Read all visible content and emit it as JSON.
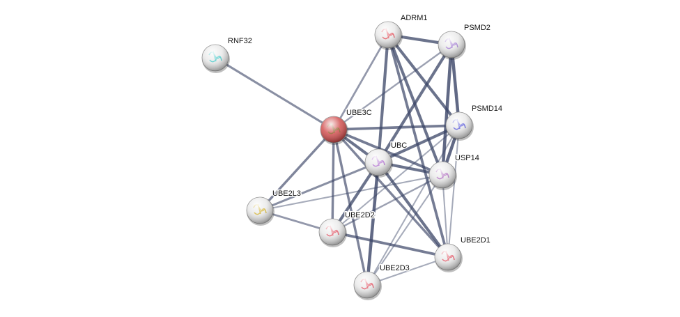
{
  "network": {
    "nodes": [
      {
        "id": "RNF32",
        "label": "RNF32",
        "color": "#e8e8e8",
        "glyph": "#46c7c7"
      },
      {
        "id": "ADRM1",
        "label": "ADRM1",
        "color": "#e8e8e8",
        "glyph": "#e0505a"
      },
      {
        "id": "PSMD2",
        "label": "PSMD2",
        "color": "#e8e8e8",
        "glyph": "#a07ad0"
      },
      {
        "id": "UBE3C",
        "label": "UBE3C",
        "color": "#d04848",
        "glyph": "#8a5a20",
        "query": true
      },
      {
        "id": "PSMD14",
        "label": "PSMD14",
        "color": "#e8e8e8",
        "glyph": "#5a5ad8"
      },
      {
        "id": "UBC",
        "label": "UBC",
        "color": "#e8e8e8",
        "glyph": "#b070d0"
      },
      {
        "id": "USP14",
        "label": "USP14",
        "color": "#e8e8e8",
        "glyph": "#b070c0"
      },
      {
        "id": "UBE2L3",
        "label": "UBE2L3",
        "color": "#e8e8e8",
        "glyph": "#d0b030"
      },
      {
        "id": "UBE2D2",
        "label": "UBE2D2",
        "color": "#e8e8e8",
        "glyph": "#e05060"
      },
      {
        "id": "UBE2D1",
        "label": "UBE2D1",
        "color": "#e8e8e8",
        "glyph": "#e05060"
      },
      {
        "id": "UBE2D3",
        "label": "UBE2D3",
        "color": "#e8e8e8",
        "glyph": "#e05060"
      }
    ],
    "edges": [
      [
        "RNF32",
        "UBE3C",
        0.6
      ],
      [
        "UBE3C",
        "ADRM1",
        0.5
      ],
      [
        "UBE3C",
        "PSMD2",
        0.4
      ],
      [
        "UBE3C",
        "PSMD14",
        0.8
      ],
      [
        "UBE3C",
        "UBC",
        0.9
      ],
      [
        "UBE3C",
        "USP14",
        0.8
      ],
      [
        "UBE3C",
        "UBE2L3",
        0.7
      ],
      [
        "UBE3C",
        "UBE2D2",
        0.7
      ],
      [
        "UBE3C",
        "UBE2D3",
        0.7
      ],
      [
        "UBE3C",
        "UBE2D1",
        0.7
      ],
      [
        "ADRM1",
        "PSMD2",
        0.9
      ],
      [
        "ADRM1",
        "PSMD14",
        0.9
      ],
      [
        "ADRM1",
        "UBC",
        0.9
      ],
      [
        "ADRM1",
        "USP14",
        0.9
      ],
      [
        "PSMD2",
        "PSMD14",
        1.0
      ],
      [
        "PSMD2",
        "UBC",
        0.9
      ],
      [
        "PSMD2",
        "USP14",
        1.0
      ],
      [
        "PSMD14",
        "UBC",
        0.9
      ],
      [
        "PSMD14",
        "USP14",
        1.0
      ],
      [
        "PSMD14",
        "UBE2D3",
        0.3
      ],
      [
        "PSMD14",
        "UBE2D1",
        0.3
      ],
      [
        "PSMD14",
        "UBE2D2",
        0.3
      ],
      [
        "UBC",
        "USP14",
        0.9
      ],
      [
        "UBC",
        "UBE2L3",
        0.6
      ],
      [
        "UBC",
        "UBE2D2",
        0.9
      ],
      [
        "UBC",
        "UBE2D3",
        1.0
      ],
      [
        "UBC",
        "UBE2D1",
        0.9
      ],
      [
        "USP14",
        "UBE2L3",
        0.3
      ],
      [
        "USP14",
        "UBE2D2",
        0.4
      ],
      [
        "USP14",
        "UBE2D3",
        0.3
      ],
      [
        "USP14",
        "UBE2D1",
        0.3
      ],
      [
        "UBE2L3",
        "UBE2D2",
        0.5
      ],
      [
        "UBE2D2",
        "UBE2D1",
        0.8
      ],
      [
        "UBE2D3",
        "UBE2D1",
        0.3
      ],
      [
        "ADRM1",
        "UBE2D1",
        0.8
      ]
    ]
  }
}
